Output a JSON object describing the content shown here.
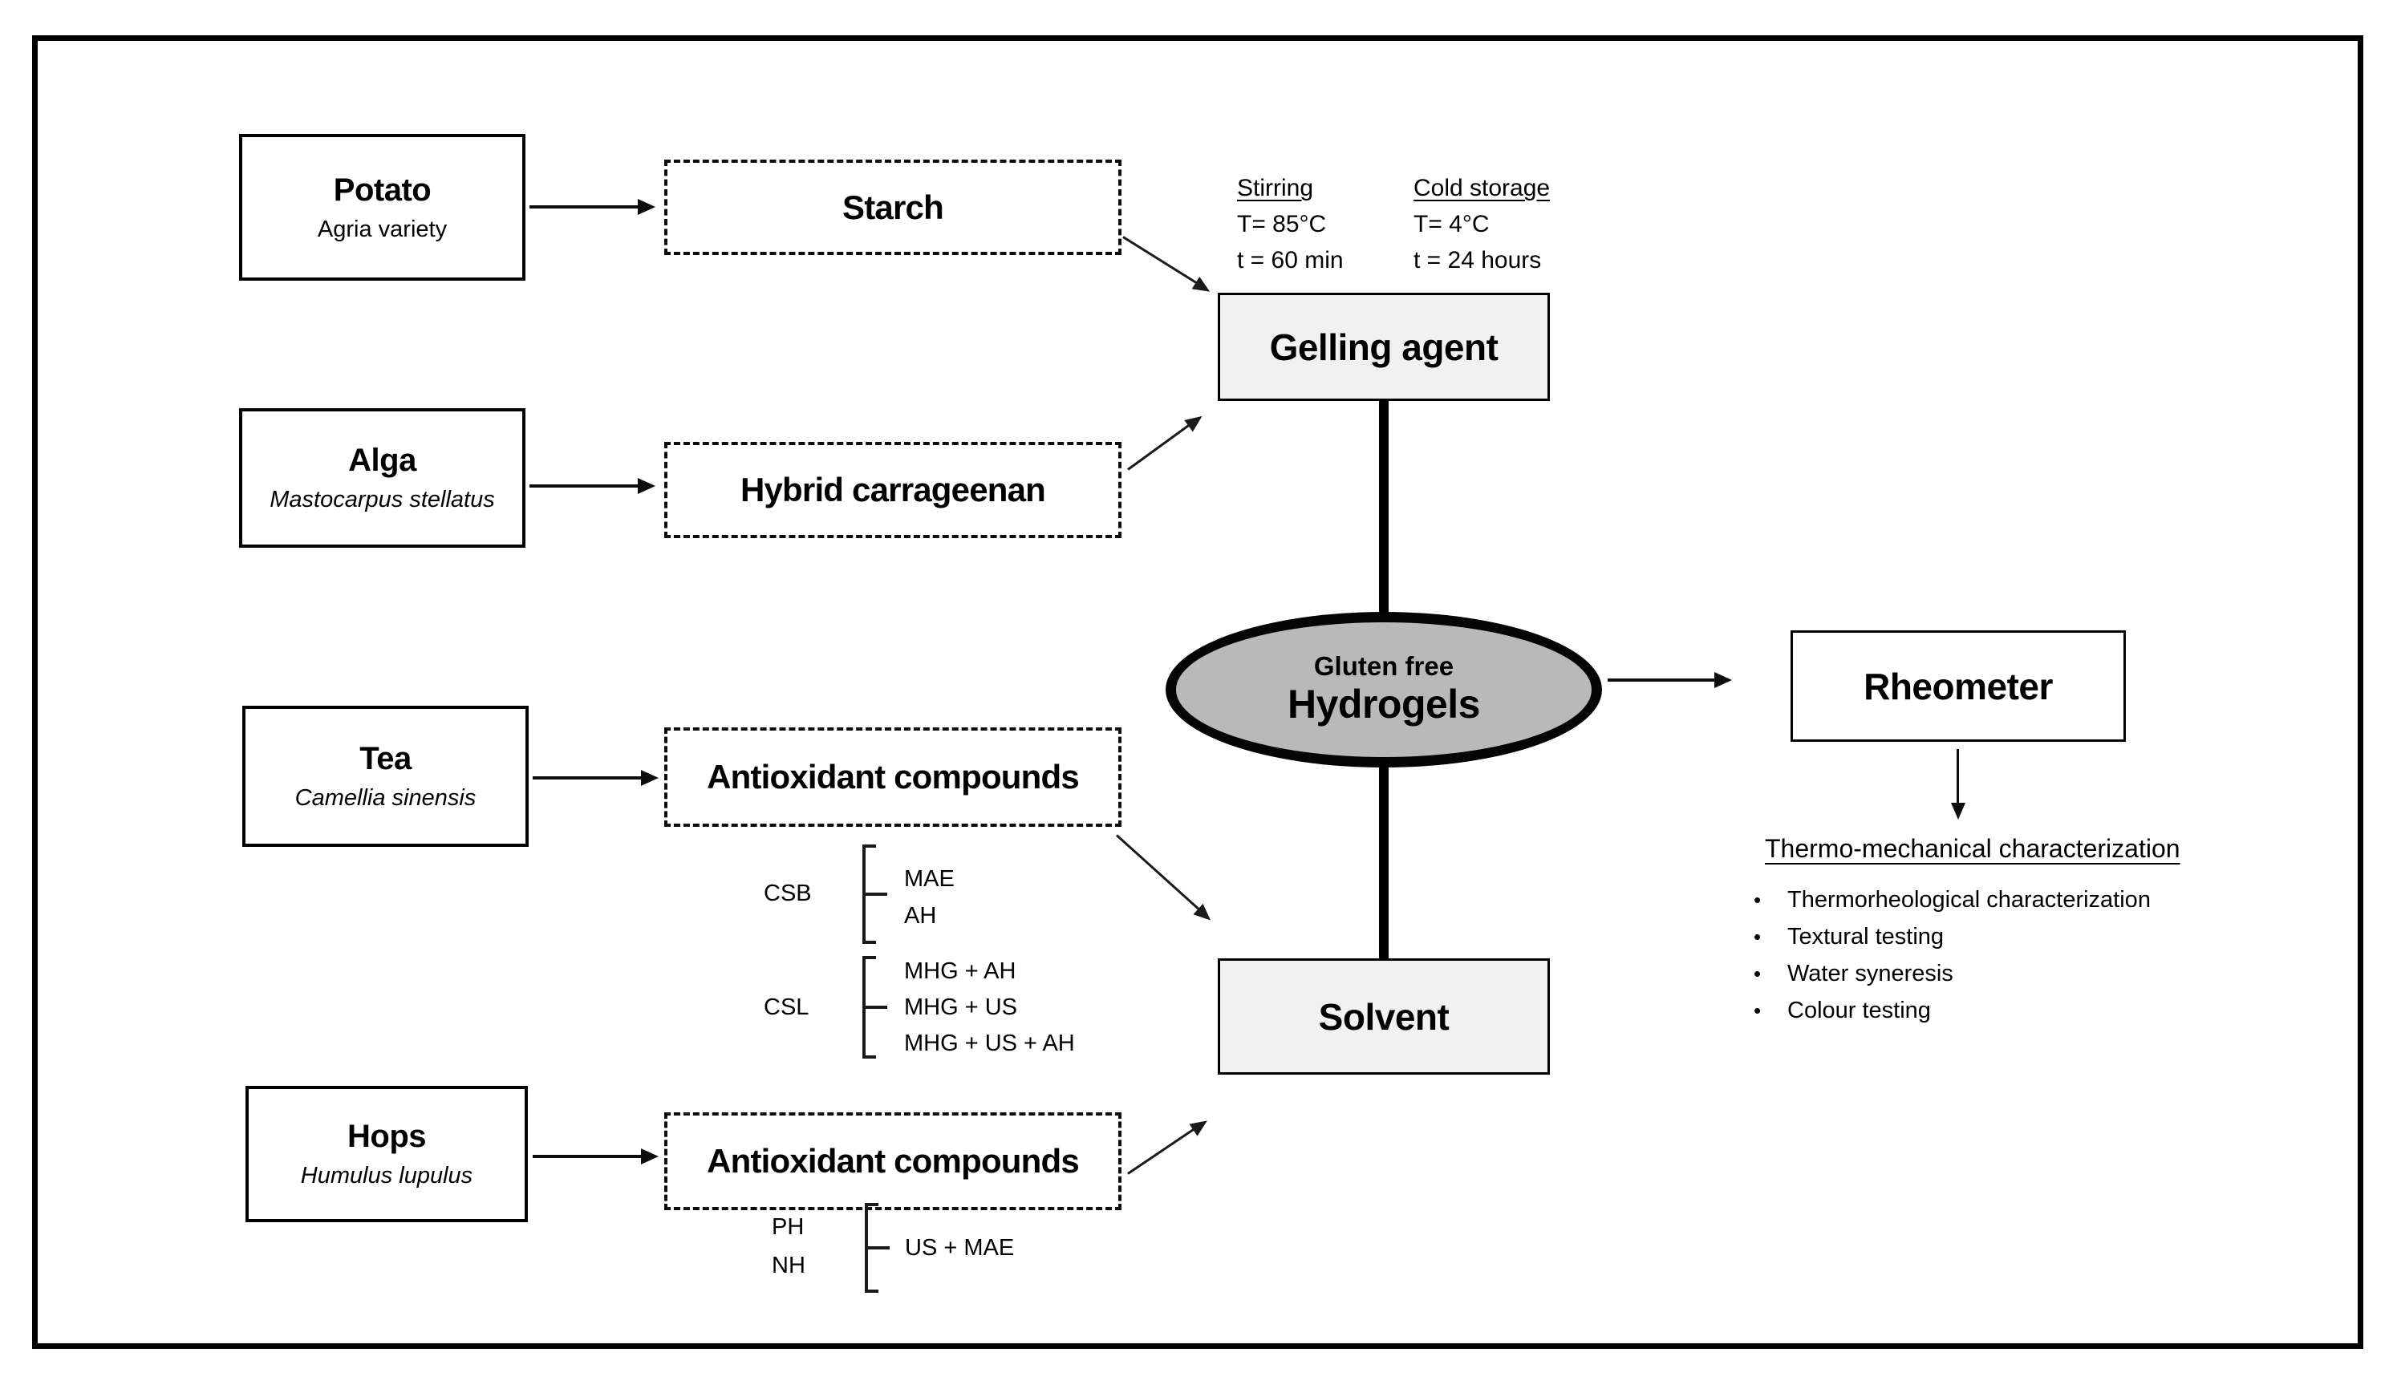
{
  "colors": {
    "box_fill": "#f1f1f1",
    "ellipse_fill": "#b9b9b9"
  },
  "sources": {
    "potato": {
      "name": "Potato",
      "subtitle": "Agria variety"
    },
    "alga": {
      "name": "Alga",
      "subtitle": "Mastocarpus stellatus"
    },
    "tea": {
      "name": "Tea",
      "subtitle": "Camellia sinensis"
    },
    "hops": {
      "name": "Hops",
      "subtitle": "Humulus lupulus"
    }
  },
  "extracts": {
    "starch": "Starch",
    "carrageenan": "Hybrid carrageenan",
    "tea_antioxidants": "Antioxidant compounds",
    "hops_antioxidants": "Antioxidant compounds"
  },
  "process": {
    "stirring": {
      "title": "Stirring",
      "temp": "T= 85°C",
      "time": "t = 60 min"
    },
    "cold_storage": {
      "title": "Cold storage",
      "temp": "T= 4°C",
      "time": "t = 24 hours"
    }
  },
  "nodes": {
    "gelling_agent": "Gelling agent",
    "solvent": "Solvent",
    "hydrogels_line1": "Gluten free",
    "hydrogels_line2": "Hydrogels",
    "rheometer": "Rheometer"
  },
  "treatments": {
    "csb": {
      "label": "CSB",
      "items": [
        "MAE",
        "AH"
      ]
    },
    "csl": {
      "label": "CSL",
      "items": [
        "MHG + AH",
        "MHG + US",
        "MHG + US + AH"
      ]
    },
    "hops": {
      "labels": [
        "PH",
        "NH"
      ],
      "item": "US + MAE"
    }
  },
  "characterization": {
    "heading": "Thermo-mechanical characterization",
    "bullet_char": "•",
    "bullets": [
      "Thermorheological characterization",
      "Textural testing",
      "Water syneresis",
      "Colour testing"
    ]
  }
}
